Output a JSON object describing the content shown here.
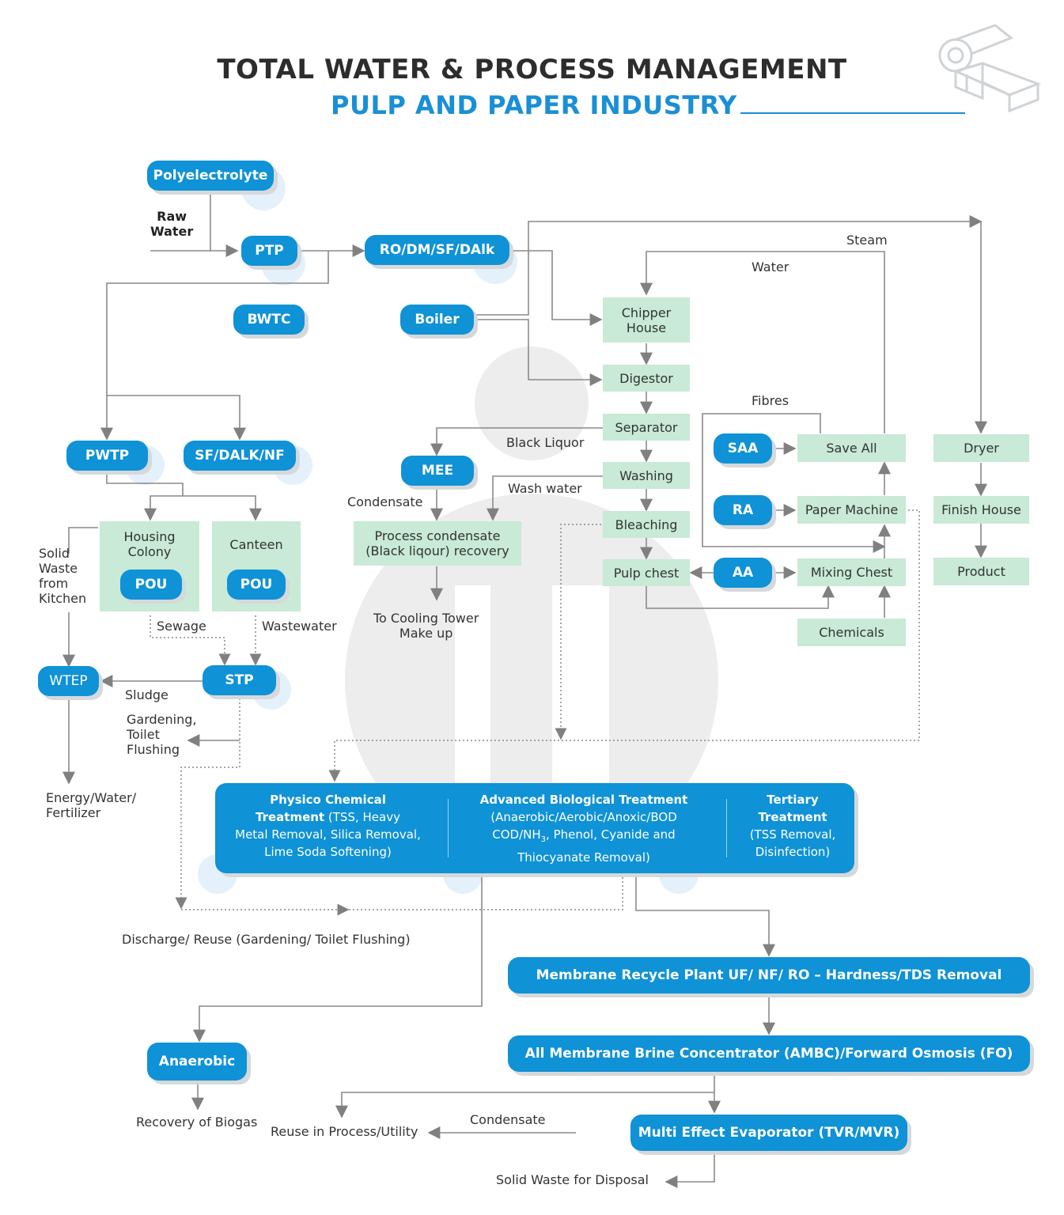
{
  "header": {
    "title_line1": "TOTAL WATER & PROCESS MANAGEMENT",
    "title_line2": "PULP AND PAPER INDUSTRY",
    "logo_icon": "paper-roll-machine-icon"
  },
  "colors": {
    "blue": "#0f92d6",
    "green_box": "#c8ead6",
    "line_gray": "#8a8a8a"
  },
  "blue_nodes": {
    "polyelectrolyte": "Polyelectrolyte",
    "ptp": "PTP",
    "ro_dm": "RO/DM/SF/DAlk",
    "bwtc": "BWTC",
    "boiler": "Boiler",
    "pwtp": "PWTP",
    "sf_dalk_nf": "SF/DALK/NF",
    "mee": "MEE",
    "saa": "SAA",
    "ra": "RA",
    "aa": "AA",
    "pou_housing": "POU",
    "pou_canteen": "POU",
    "wtep": "WTEP",
    "stp": "STP",
    "membrane_recycle": "Membrane Recycle Plant UF/ NF/ RO – Hardness/TDS Removal",
    "ambc": "All Membrane Brine Concentrator (AMBC)/Forward Osmosis (FO)",
    "mee_tvr": "Multi Effect Evaporator (TVR/MVR)",
    "anaerobic": "Anaerobic"
  },
  "green_nodes": {
    "chipper_house": "Chipper\nHouse",
    "digestor": "Digestor",
    "separator": "Separator",
    "washing": "Washing",
    "bleaching": "Bleaching",
    "pulp_chest": "Pulp chest",
    "save_all": "Save All",
    "paper_machine": "Paper Machine",
    "mixing_chest": "Mixing Chest",
    "chemicals": "Chemicals",
    "dryer": "Dryer",
    "finish_house": "Finish House",
    "product": "Product",
    "housing_colony": "Housing\nColony",
    "canteen": "Canteen",
    "process_condensate": "Process condensate\n(Black liqour) recovery"
  },
  "labels": {
    "raw_water": "Raw\nWater",
    "steam": "Steam",
    "water": "Water",
    "fibres": "Fibres",
    "black_liquor": "Black Liquor",
    "wash_water": "Wash water",
    "condensate_top": "Condensate",
    "cooling_tower": "To Cooling Tower\nMake up",
    "solid_waste_kitchen": "Solid\nWaste\nfrom\nKitchen",
    "sewage": "Sewage",
    "wastewater": "Wastewater",
    "sludge": "Sludge",
    "gardening": "Gardening,\nToilet\nFlushing",
    "energy": "Energy/Water/\nFertilizer",
    "discharge": "Discharge/ Reuse (Gardening/ Toilet Flushing)",
    "recovery_biogas": "Recovery of Biogas",
    "reuse_process": "Reuse in Process/Utility",
    "condensate_bottom": "Condensate",
    "solid_waste_disposal": "Solid Waste for Disposal"
  },
  "treatment": {
    "physico_title": "Physico Chemical\nTreatment",
    "physico_detail": " (TSS, Heavy\nMetal Removal, Silica Removal,\nLime Soda Softening)",
    "bio_title": "Advanced Biological Treatment",
    "bio_detail_1": "(Anaerobic/Aerobic/Anoxic/BOD",
    "bio_detail_2a": "COD/NH",
    "bio_detail_2sub": "3",
    "bio_detail_2b": ", Phenol, Cyanide and",
    "bio_detail_3": "Thiocyanate Removal)",
    "tertiary_title": "Tertiary\nTreatment",
    "tertiary_detail": "(TSS Removal,\nDisinfection)"
  }
}
